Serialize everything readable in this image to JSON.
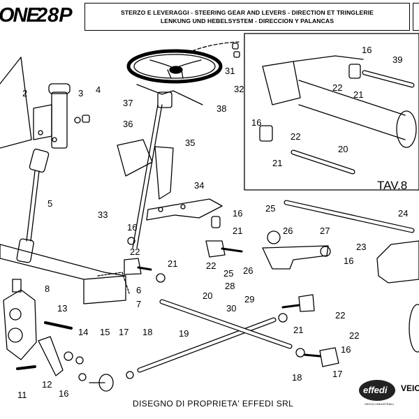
{
  "header": {
    "brand": "ONE",
    "model": "28P",
    "title_line1": "STERZO E LEVERAGGI - STEERING GEAR AND LEVERS - DIRECTION ET TRINGLERIE",
    "title_line2": "LENKUNG UND HEBELSYSTEM - DIRECCION Y PALANCAS"
  },
  "inset": {
    "label": "TAV.8"
  },
  "footer": {
    "text": "DISEGNO DI PROPRIETA' EFFEDI SRL"
  },
  "logo": {
    "name": "effedi",
    "subtitle": "VEICOLI INDUSTRIALI",
    "side_text": "VEIC"
  },
  "callouts": [
    "2",
    "3",
    "4",
    "5",
    "6",
    "7",
    "8",
    "11",
    "12",
    "13",
    "14",
    "15",
    "16",
    "16",
    "16",
    "16",
    "16",
    "16",
    "16",
    "17",
    "17",
    "18",
    "18",
    "19",
    "20",
    "20",
    "21",
    "21",
    "21",
    "21",
    "21",
    "22",
    "22",
    "22",
    "22",
    "22",
    "22",
    "23",
    "24",
    "25",
    "25",
    "26",
    "26",
    "27",
    "28",
    "29",
    "30",
    "31",
    "32",
    "33",
    "34",
    "35",
    "36",
    "37",
    "38",
    "39"
  ]
}
